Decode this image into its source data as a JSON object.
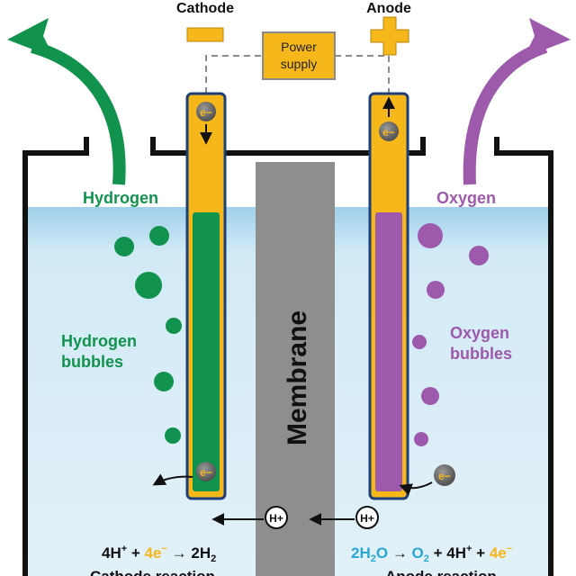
{
  "labels": {
    "cathode": "Cathode",
    "anode": "Anode",
    "cathode_sign": "−",
    "anode_sign": "+",
    "power_line1": "Power",
    "power_line2": "supply",
    "hydrogen": "Hydrogen",
    "oxygen": "Oxygen",
    "membrane": "Membrane",
    "hydrogen_bubbles_line1": "Hydrogen",
    "hydrogen_bubbles_line2": "bubbles",
    "oxygen_bubbles_line1": "Oxygen",
    "oxygen_bubbles_line2": "bubbles",
    "electron": "e−",
    "proton": "H+",
    "cathode_reaction": "Cathode reaction",
    "anode_reaction": "Anode reaction"
  },
  "equations": {
    "cathode": {
      "a": "4H",
      "a_sup": "+",
      "plus": " + ",
      "e": "4e",
      "e_sup": "−",
      "arrow": " → ",
      "p": "2H",
      "p_sub": "2"
    },
    "anode": {
      "w": "2H",
      "w_sub": "2",
      "w2": "O",
      "arrow": " → ",
      "o": "O",
      "o_sub": "2",
      "plus1": " + ",
      "h": "4H",
      "h_sup": "+",
      "plus2": " + ",
      "e": "4e",
      "e_sup": "−"
    }
  },
  "colors": {
    "hydrogen": "#11924d",
    "oxygen": "#9d5aad",
    "electrode": "#f6b71b",
    "electrode_border": "#1d3f78",
    "membrane": "#8e8e8e",
    "water": "#d6ebf5",
    "water_top": "#9fd0ea",
    "power": "#f6b71b",
    "water_eq": "#28a8d6",
    "electron_eq": "#f6b71b"
  }
}
